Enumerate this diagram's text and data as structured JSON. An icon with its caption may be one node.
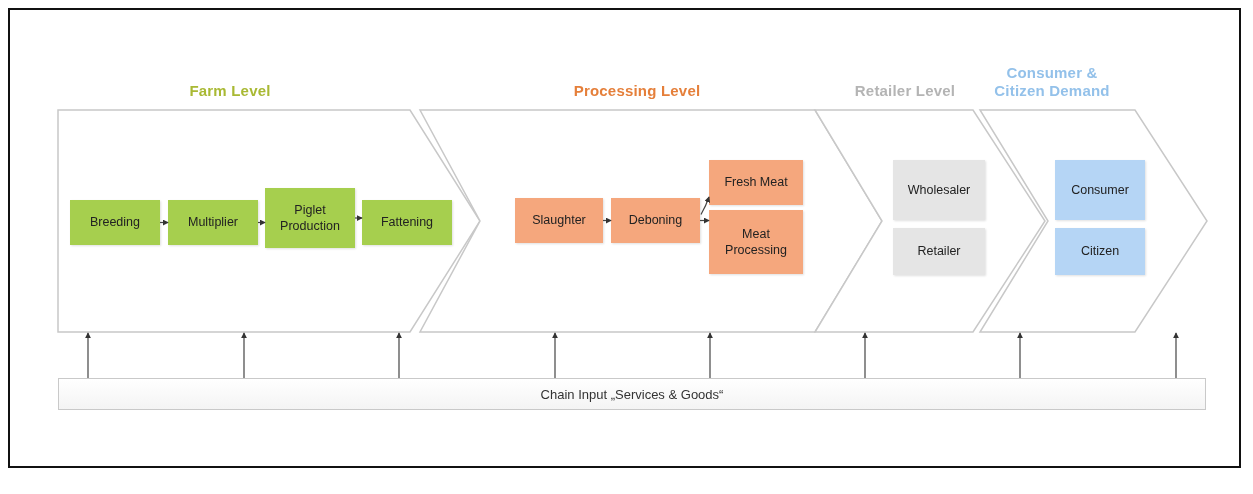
{
  "diagram": {
    "nodes": [
      {
        "text": [
          "Farm Level"
        ]
      },
      {
        "text": [
          "Breeding"
        ],
        "in": 0
      },
      {
        "text": [
          "Multiplier"
        ],
        "in": 0
      },
      {
        "text": [
          "Piglet Production"
        ],
        "in": 0
      },
      {
        "text": [
          "Fattening"
        ],
        "in": 0
      },
      {
        "text": [
          "Processing  Level"
        ]
      },
      {
        "text": [
          "Slaughter"
        ],
        "in": 5
      },
      {
        "text": [
          "Deboning"
        ],
        "in": 5
      },
      {
        "text": [
          "Fresh Meat"
        ],
        "in": 5
      },
      {
        "text": [
          "Meat Processing"
        ],
        "in": 5
      },
      {
        "text": [
          "Retailer Level"
        ]
      },
      {
        "text": [
          "Wholesaler"
        ],
        "in": 10
      },
      {
        "text": [
          "Retailer"
        ],
        "in": 10
      },
      {
        "text": [
          "Consumer & Citizen Demand"
        ]
      },
      {
        "text": [
          "Consumer"
        ],
        "in": 13
      },
      {
        "text": [
          "Citizen"
        ],
        "in": 13
      },
      {
        "text": [
          "Chain Input „Services & Goods“"
        ]
      }
    ],
    "edges": [
      {
        "from": 1,
        "to": 2,
        "arrow": "to"
      },
      {
        "from": 2,
        "to": 3,
        "arrow": "to"
      },
      {
        "from": 3,
        "to": 4,
        "arrow": "to"
      },
      {
        "from": 6,
        "to": 7,
        "arrow": "to"
      },
      {
        "from": 7,
        "to": 8,
        "arrow": "to"
      },
      {
        "from": 7,
        "to": 9,
        "arrow": "to"
      },
      {
        "from": 16,
        "to": 0,
        "arrow": "to"
      },
      {
        "from": 16,
        "to": 0,
        "arrow": "to"
      },
      {
        "from": 16,
        "to": 0,
        "arrow": "to"
      },
      {
        "from": 16,
        "to": 5,
        "arrow": "to"
      },
      {
        "from": 16,
        "to": 5,
        "arrow": "to"
      },
      {
        "from": 16,
        "to": 10,
        "arrow": "to"
      },
      {
        "from": 16,
        "to": 13,
        "arrow": "to"
      },
      {
        "from": 16,
        "to": 13,
        "arrow": "to"
      }
    ]
  }
}
